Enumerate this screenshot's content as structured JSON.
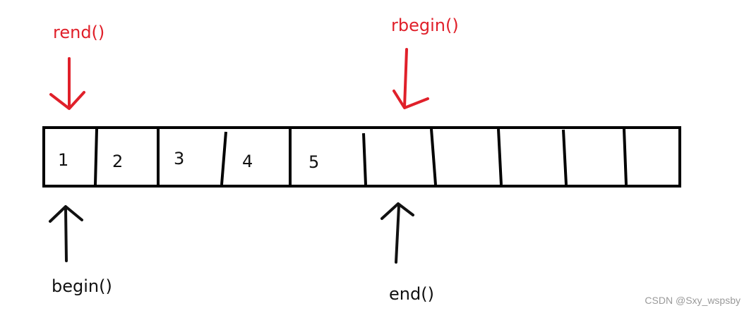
{
  "diagram": {
    "cells": [
      "1",
      "2",
      "3",
      "4",
      "5",
      "",
      "",
      "",
      "",
      ""
    ],
    "labels": {
      "rend": "rend()",
      "rbegin": "rbegin()",
      "begin": "begin()",
      "end": "end()"
    }
  },
  "watermark": "CSDN @Sxy_wspsby",
  "colors": {
    "reverse": "#e0202a",
    "forward": "#111111",
    "stroke": "#000000",
    "watermark": "#9a9a9a"
  }
}
